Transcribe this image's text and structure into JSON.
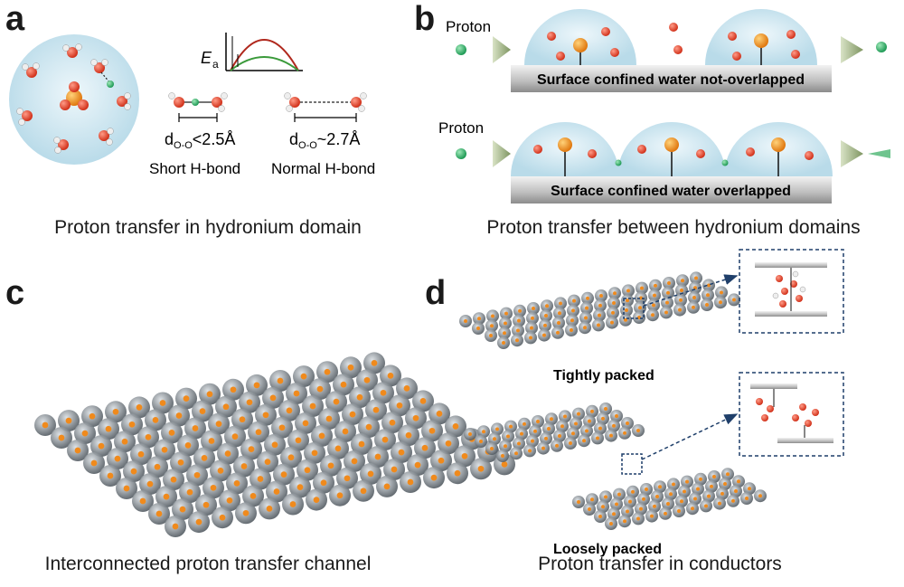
{
  "panels": {
    "a": {
      "letter": "a",
      "caption": "Proton transfer in hydronium domain",
      "energy_symbol": "E",
      "energy_subscript": "a",
      "short_d": "d",
      "short_d_sub": "O-O",
      "short_d_value": "<2.5Å",
      "normal_d": "d",
      "normal_d_sub": "O-O",
      "normal_d_value": "~2.7Å",
      "short_label": "Short H-bond",
      "normal_label": "Normal  H-bond"
    },
    "b": {
      "letter": "b",
      "caption": "Proton transfer between hydronium domains",
      "proton_top": "Proton",
      "proton_bottom": "Proton",
      "surface_top": "Surface confined water not-overlapped",
      "surface_bottom": "Surface confined water overlapped"
    },
    "c": {
      "letter": "c",
      "caption": "Interconnected proton transfer channel"
    },
    "d": {
      "letter": "d",
      "caption": "Proton transfer in conductors",
      "tight": "Tightly  packed",
      "loose": "Loosely packed"
    }
  },
  "colors": {
    "sphere": "#cfe6f0",
    "oxygen": "#e8402a",
    "hydronium": "#f08a1c",
    "proton": "#2fb36a",
    "arrow": "#8aa06a",
    "surface": "#c8c8c8",
    "dash_box": "#2a4f7a"
  }
}
